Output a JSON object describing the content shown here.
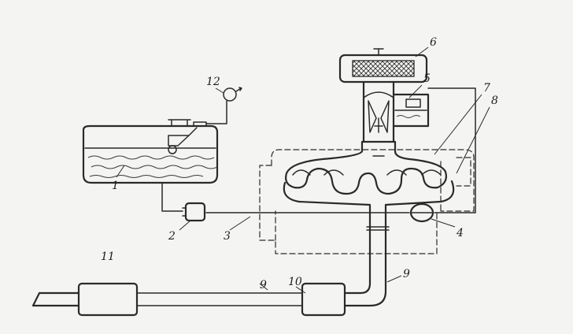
{
  "labels": {
    "fuel_tank": "1",
    "fuel_pump": "2",
    "fuel_line": "3",
    "fuel_filter": "4",
    "carburetor": "5",
    "air_cleaner": "6",
    "intake_manifold": "7",
    "exhaust_manifold": "8",
    "exhaust_pipe": "9",
    "exhaust_pipe_tail": "9",
    "resonator": "10",
    "muffler": "11",
    "fuel_gauge": "12"
  }
}
